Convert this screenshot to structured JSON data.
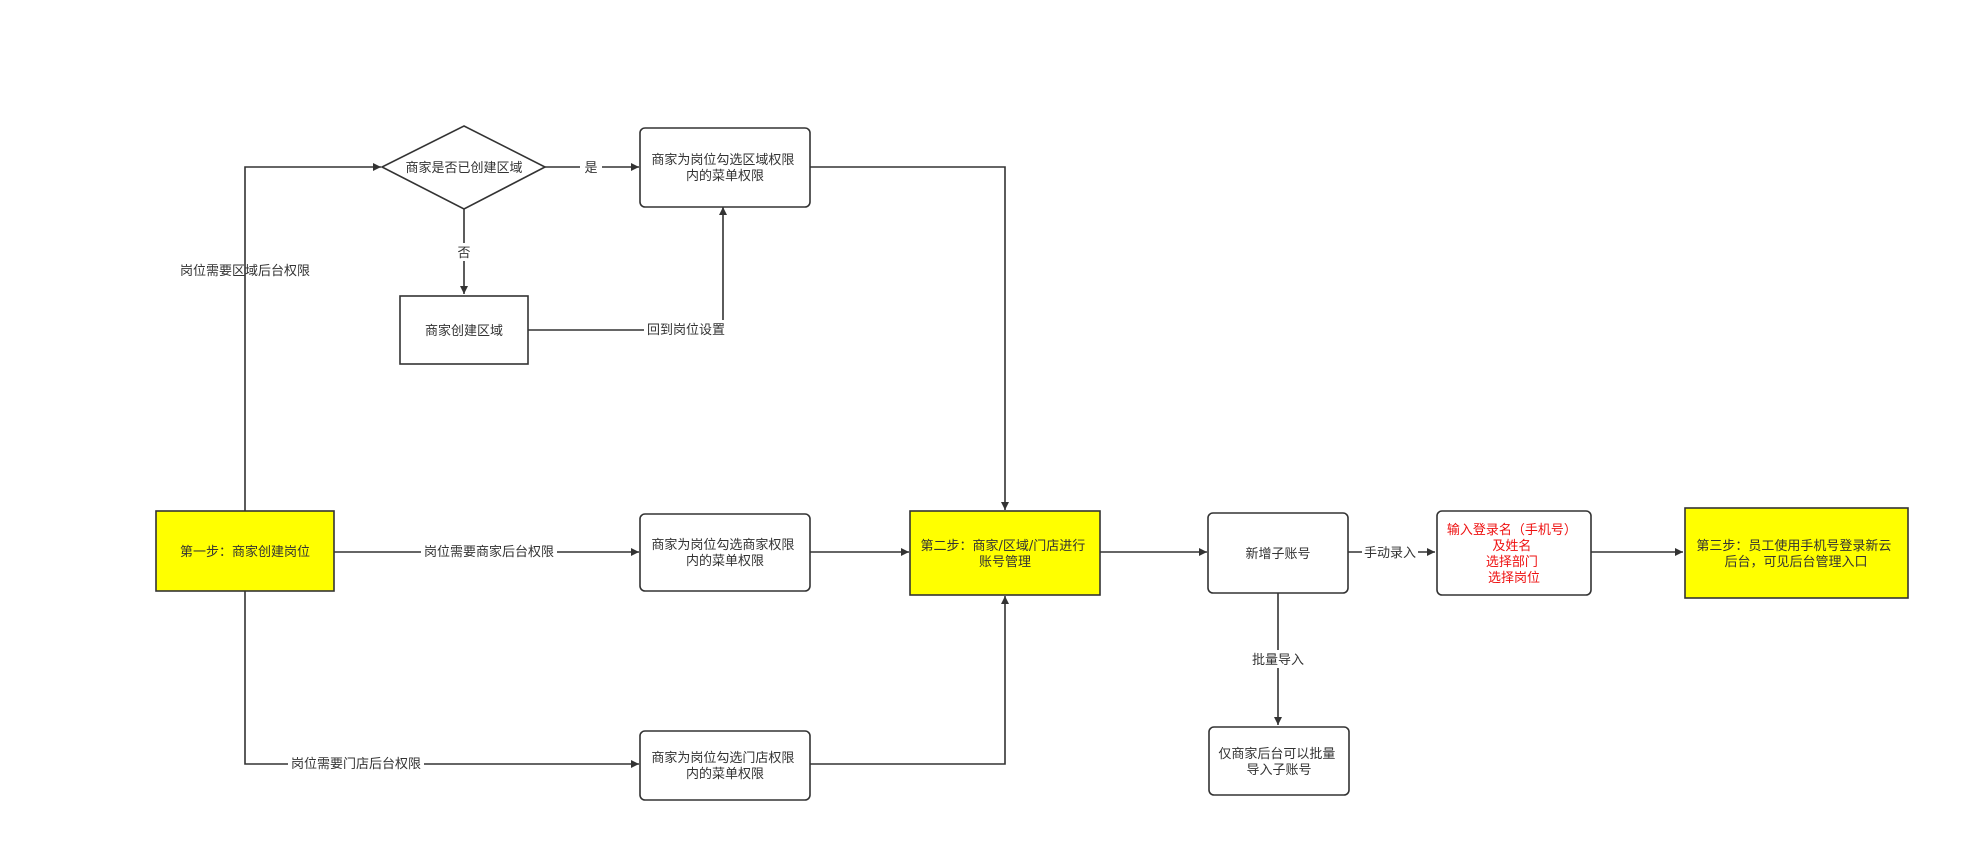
{
  "colors": {
    "highlight_fill": "#ffff00",
    "box_fill": "#ffffff",
    "stroke": "#333333",
    "text": "#333333",
    "red_text": "#ee1111"
  },
  "nodes": {
    "step1": {
      "lines": [
        "第一步：商家创建岗位"
      ]
    },
    "decision": {
      "lines": [
        "商家是否已创建区域"
      ]
    },
    "region_menu": {
      "lines": [
        "商家为岗位勾选区域权限",
        "内的菜单权限"
      ]
    },
    "create_region": {
      "lines": [
        "商家创建区域"
      ]
    },
    "merchant_menu": {
      "lines": [
        "商家为岗位勾选商家权限",
        "内的菜单权限"
      ]
    },
    "store_menu": {
      "lines": [
        "商家为岗位勾选门店权限",
        "内的菜单权限"
      ]
    },
    "step2": {
      "lines": [
        "第二步：商家/区域/门店进行",
        "账号管理"
      ]
    },
    "add_sub": {
      "lines": [
        "新增子账号"
      ]
    },
    "input_info": {
      "lines": [
        "输入登录名（手机号）",
        "及姓名",
        "选择部门",
        "选择岗位"
      ]
    },
    "step3": {
      "lines": [
        "第三步：员工使用手机号登录新云",
        "后台，可见后台管理入口"
      ]
    },
    "batch_only": {
      "lines": [
        "仅商家后台可以批量",
        "导入子账号"
      ]
    }
  },
  "edge_labels": {
    "yes": "是",
    "no": "否",
    "region_need": "岗位需要区域后台权限",
    "back_to_post": "回到岗位设置",
    "merchant_need": "岗位需要商家后台权限",
    "store_need": "岗位需要门店后台权限",
    "manual": "手动录入",
    "batch": "批量导入"
  }
}
